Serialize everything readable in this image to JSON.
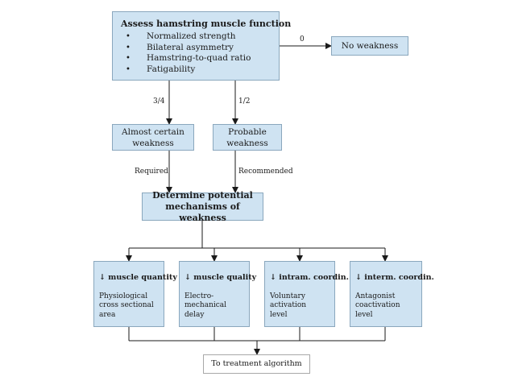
{
  "assess": {
    "title": "Assess hamstring muscle function",
    "items": [
      "Normalized strength",
      "Bilateral asymmetry",
      "Hamstring-to-quad ratio",
      "Fatigability"
    ]
  },
  "no_weakness": "No weakness",
  "almost_certain": [
    "Almost certain",
    "weakness"
  ],
  "probable": [
    "Probable",
    "weakness"
  ],
  "determine": [
    "Determine potential",
    "mechanisms of weakness"
  ],
  "edges": {
    "zero": "0",
    "three_quarters": "3/4",
    "one_half": "1/2",
    "required": "Required",
    "recommended": "Recommended"
  },
  "mechanisms": [
    {
      "title": "↓ muscle quantity",
      "desc": [
        "Physiological",
        "cross sectional",
        "area"
      ]
    },
    {
      "title": "↓ muscle quality",
      "desc": [
        "Electro-",
        "mechanical",
        "delay"
      ]
    },
    {
      "title": "↓ intram. coordin.",
      "desc": [
        "Voluntary",
        "activation",
        "level"
      ]
    },
    {
      "title": "↓ interm. coordin.",
      "desc": [
        "Antagonist",
        "coactivation",
        "level"
      ]
    }
  ],
  "treatment": "To treatment algorithm"
}
